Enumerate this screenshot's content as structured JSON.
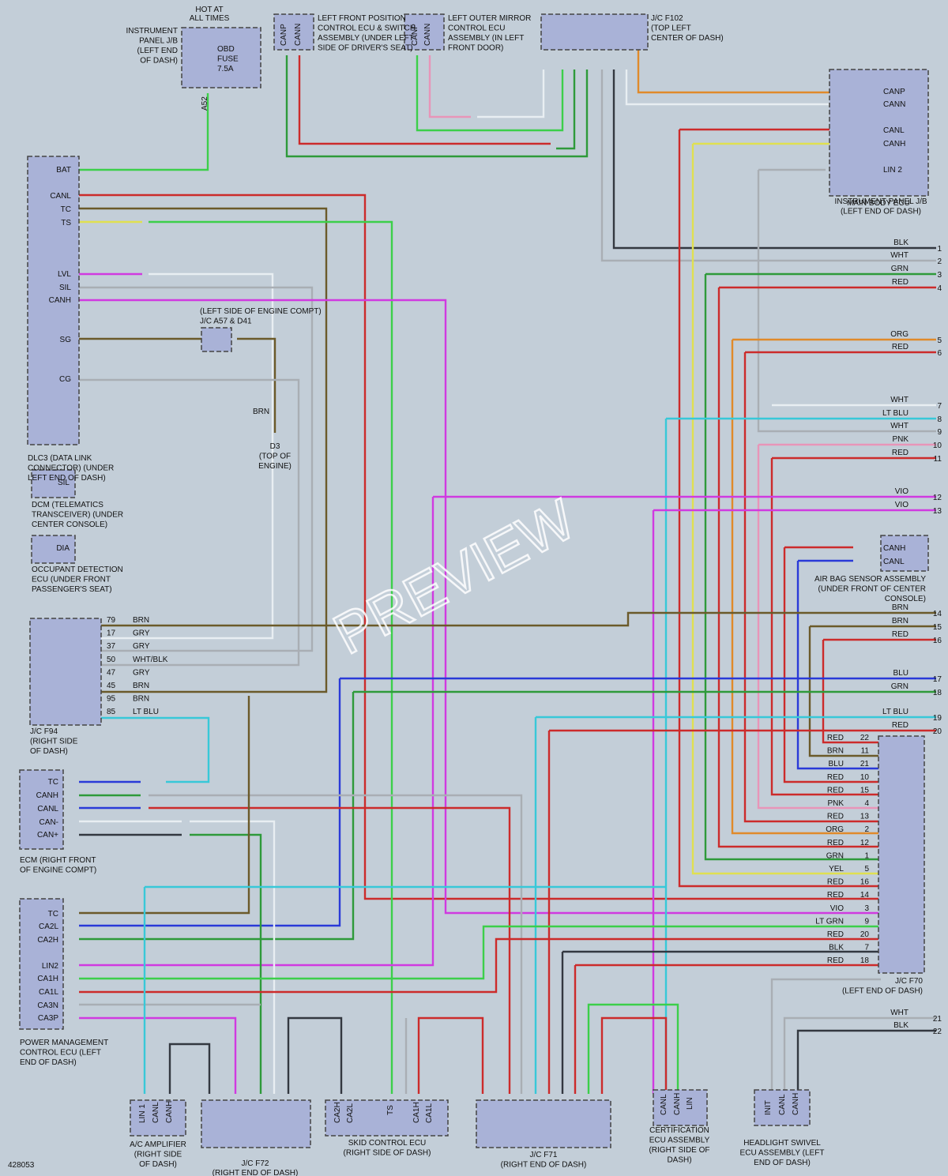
{
  "watermark": "PREVIEW",
  "figure_id": "428053",
  "components": {
    "instrument_panel_jb_left": {
      "label": "INSTRUMENT PANEL J/B (LEFT END OF DASH)",
      "hot": "HOT AT ALL TIMES",
      "fuse": "OBD FUSE 7.5A",
      "conn": "A52"
    },
    "left_front_position_ecu": {
      "label": "LEFT FRONT POSITION CONTROL ECU & SWITCH ASSEMBLY (UNDER LEFT SIDE OF DRIVER'S SEAT)",
      "pins": [
        "CANP",
        "CANN"
      ]
    },
    "left_outer_mirror_ecu": {
      "label": "LEFT OUTER MIRROR CONTROL ECU ASSEMBLY (IN LEFT FRONT DOOR)",
      "pins": [
        "CANP",
        "CANN"
      ]
    },
    "jc_f102": {
      "label": "J/C F102 (TOP LEFT CENTER OF DASH)"
    },
    "main_body_ecu": {
      "label": "MAIN BODY ECU",
      "sub": "INSTRUMENT PANEL J/B (LEFT END OF DASH)",
      "pins": [
        "CANP",
        "CANN",
        "CANL",
        "CANH",
        "LIN 2"
      ]
    },
    "dlc3": {
      "label": "DLC3 (DATA LINK CONNECTOR) (UNDER LEFT END OF DASH)",
      "pins": [
        "BAT",
        "CANL",
        "TC",
        "TS",
        "LVL",
        "SIL",
        "CANH",
        "SG",
        "CG"
      ]
    },
    "engine_compt_jc": {
      "label": "(LEFT SIDE OF ENGINE COMPT) J/C A57 & D41"
    },
    "ground_d3": {
      "label": "D3 (TOP OF ENGINE)"
    },
    "dcm": {
      "label": "DCM (TELEMATICS TRANSCEIVER) (UNDER CENTER CONSOLE)",
      "pin": "SIL"
    },
    "occupant_ecu": {
      "label": "OCCUPANT DETECTION ECU (UNDER FRONT PASSENGER'S SEAT)",
      "pin": "DIA"
    },
    "jc_f94": {
      "label": "J/C F94 (RIGHT SIDE OF DASH)"
    },
    "ecm": {
      "label": "ECM (RIGHT FRONT OF ENGINE COMPT)",
      "pins": [
        "TC",
        "CANH",
        "CANL",
        "CAN-",
        "CAN+"
      ]
    },
    "pm_ecu": {
      "label": "POWER MANAGEMENT CONTROL ECU (LEFT END OF DASH)",
      "pins": [
        "TC",
        "CA2L",
        "CA2H",
        "LIN2",
        "CA1H",
        "CA1L",
        "CA3N",
        "CA3P"
      ]
    },
    "airbag": {
      "label": "AIR BAG SENSOR ASSEMBLY (UNDER FRONT OF CENTER CONSOLE)",
      "pins": [
        "CANH",
        "CANL"
      ]
    },
    "jc_f70": {
      "label": "J/C F70 (LEFT END OF DASH)"
    },
    "ac_amp": {
      "label": "A/C AMPLIFIER (RIGHT SIDE OF DASH)",
      "pins": [
        "LIN 1",
        "CANL",
        "CANH"
      ]
    },
    "jc_f72": {
      "label": "J/C F72 (RIGHT END OF DASH)"
    },
    "skid": {
      "label": "SKID CONTROL ECU (RIGHT SIDE OF DASH)",
      "pins": [
        "CA2H",
        "CA2L",
        "TS",
        "CA1H",
        "CA1L"
      ]
    },
    "jc_f71": {
      "label": "J/C F71 (RIGHT END OF DASH)"
    },
    "cert_ecu": {
      "label": "CERTIFICATION ECU ASSEMBLY (RIGHT SIDE OF DASH)",
      "pins": [
        "CANL",
        "CANH",
        "LIN"
      ]
    },
    "headlight_ecu": {
      "label": "HEADLIGHT SWIVEL ECU ASSEMBLY (LEFT END OF DASH)",
      "pins": [
        "INIT",
        "CANL",
        "CANH"
      ]
    }
  },
  "right_edge_wires": [
    {
      "n": "1",
      "c": "BLK"
    },
    {
      "n": "2",
      "c": "WHT"
    },
    {
      "n": "3",
      "c": "GRN"
    },
    {
      "n": "4",
      "c": "RED"
    },
    {
      "n": "5",
      "c": "ORG"
    },
    {
      "n": "6",
      "c": "RED"
    },
    {
      "n": "7",
      "c": "WHT"
    },
    {
      "n": "8",
      "c": "LT BLU"
    },
    {
      "n": "9",
      "c": "WHT"
    },
    {
      "n": "10",
      "c": "PNK"
    },
    {
      "n": "11",
      "c": "RED"
    },
    {
      "n": "12",
      "c": "VIO"
    },
    {
      "n": "13",
      "c": "VIO"
    },
    {
      "n": "14",
      "c": "BRN"
    },
    {
      "n": "15",
      "c": "BRN"
    },
    {
      "n": "16",
      "c": "RED"
    },
    {
      "n": "17",
      "c": "BLU"
    },
    {
      "n": "18",
      "c": "GRN"
    },
    {
      "n": "19",
      "c": "LT BLU"
    },
    {
      "n": "20",
      "c": "RED"
    },
    {
      "n": "21",
      "c": "WHT"
    },
    {
      "n": "22",
      "c": "BLK"
    }
  ],
  "f70_pins": [
    {
      "c": "RED",
      "p": "22"
    },
    {
      "c": "BRN",
      "p": "11"
    },
    {
      "c": "BLU",
      "p": "21"
    },
    {
      "c": "RED",
      "p": "10"
    },
    {
      "c": "RED",
      "p": "15"
    },
    {
      "c": "PNK",
      "p": "4"
    },
    {
      "c": "RED",
      "p": "13"
    },
    {
      "c": "ORG",
      "p": "2"
    },
    {
      "c": "RED",
      "p": "12"
    },
    {
      "c": "GRN",
      "p": "1"
    },
    {
      "c": "YEL",
      "p": "5"
    },
    {
      "c": "RED",
      "p": "16"
    },
    {
      "c": "RED",
      "p": "14"
    },
    {
      "c": "VIO",
      "p": "3"
    },
    {
      "c": "LT GRN",
      "p": "9"
    },
    {
      "c": "RED",
      "p": "20"
    },
    {
      "c": "BLK",
      "p": "7"
    },
    {
      "c": "RED",
      "p": "18"
    }
  ],
  "f94_pins": [
    {
      "p": "79",
      "c": "BRN"
    },
    {
      "p": "17",
      "c": "GRY"
    },
    {
      "p": "37",
      "c": "GRY"
    },
    {
      "p": "50",
      "c": "WHT/BLK"
    },
    {
      "p": "47",
      "c": "GRY"
    },
    {
      "p": "45",
      "c": "BRN"
    },
    {
      "p": "95",
      "c": "BRN"
    },
    {
      "p": "85",
      "c": "LT BLU"
    }
  ],
  "colors": {
    "BRN": "#6b5a2a",
    "RED": "#cc2b2b",
    "GRN": "#2e9a3a",
    "LTGRN": "#3ccf4a",
    "VIO": "#d03ae0",
    "BLU": "#2a3ad8",
    "LTBLU": "#38c8d8",
    "WHT": "#e8eef2",
    "GRY": "#a9aeb4",
    "BLK": "#333840",
    "ORG": "#e08a2a",
    "YEL": "#e0e050",
    "PNK": "#e895b8"
  }
}
